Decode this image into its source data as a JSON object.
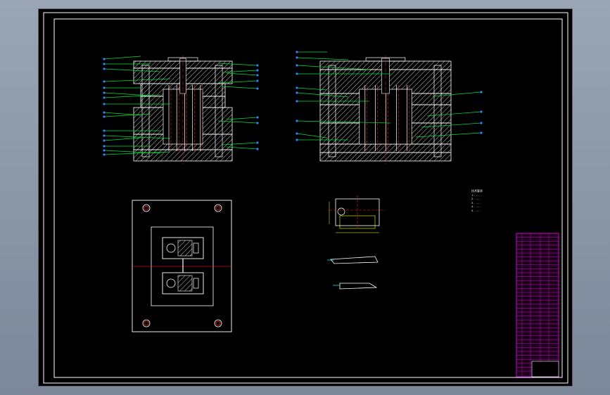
{
  "app": {
    "viewport_background": "#000000",
    "window_background": "#8d98a8"
  },
  "drawing": {
    "colors": {
      "frame": "#ffffff",
      "outline": "#ffffff",
      "hatch": "#d9d9d9",
      "centerline": "#ff2020",
      "leader": "#00e040",
      "balloon": "#3a7bff",
      "title_block": "#ff00ff",
      "dimension": "#ffff00",
      "part": "#00ffff"
    },
    "technical_requirements": {
      "title": "技术要求",
      "lines": [
        "1. ...",
        "2. ...",
        "3. ...",
        "4. ...",
        "5. ..."
      ]
    }
  }
}
